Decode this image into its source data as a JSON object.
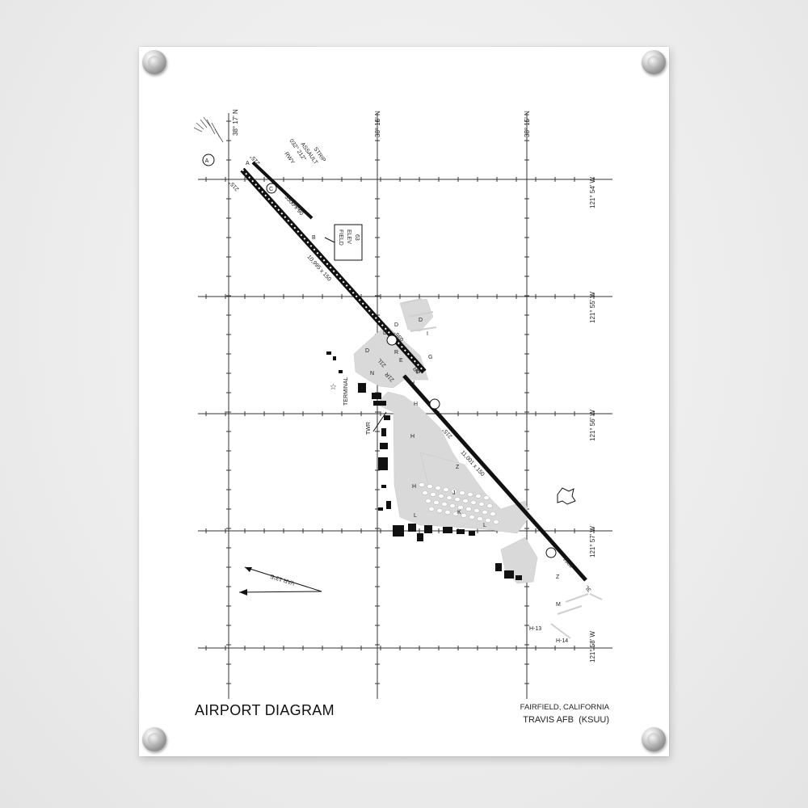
{
  "diagram": {
    "title": "AIRPORT DIAGRAM",
    "location_city": "FAIRFIELD, CALIFORNIA",
    "airport_name": "TRAVIS AFB  (KSUU)",
    "latitudes": [
      "38° 17' N",
      "38° 16' N",
      "38° 15' N"
    ],
    "longitudes": [
      "121° 54' W",
      "121° 55' W",
      "121° 56' W",
      "121° 57' W",
      "121° 58' W"
    ],
    "field_elev": [
      "FIELD",
      "ELEV",
      "63"
    ],
    "assault_strip": [
      "RWY",
      "032° 212°",
      "ASSAULT",
      "STRIP"
    ],
    "magnetic_variation": "VAR 13°E",
    "runways": {
      "assault_dims": "3500 x 90",
      "rwy_03R_21L": "10,995 x 150",
      "rwy_03L_21R": "11,001 x 150",
      "heading_215": "215°",
      "heading_035": "035°",
      "label_21L": "21L",
      "label_21R": "21R",
      "label_3R": "3R",
      "label_3L": "3L"
    },
    "facilities": {
      "terminal": "TERMINAL",
      "tower": "TWR"
    },
    "helipads": [
      "H-13",
      "H-14"
    ],
    "taxiways": [
      "A",
      "B",
      "C",
      "D",
      "E",
      "G",
      "I",
      "H",
      "J",
      "K",
      "L",
      "M",
      "N",
      "R",
      "Z"
    ],
    "colors": {
      "runway": "#000000",
      "apron": "#d9d9d9",
      "grid": "#333333",
      "poster": "#ffffff"
    }
  }
}
